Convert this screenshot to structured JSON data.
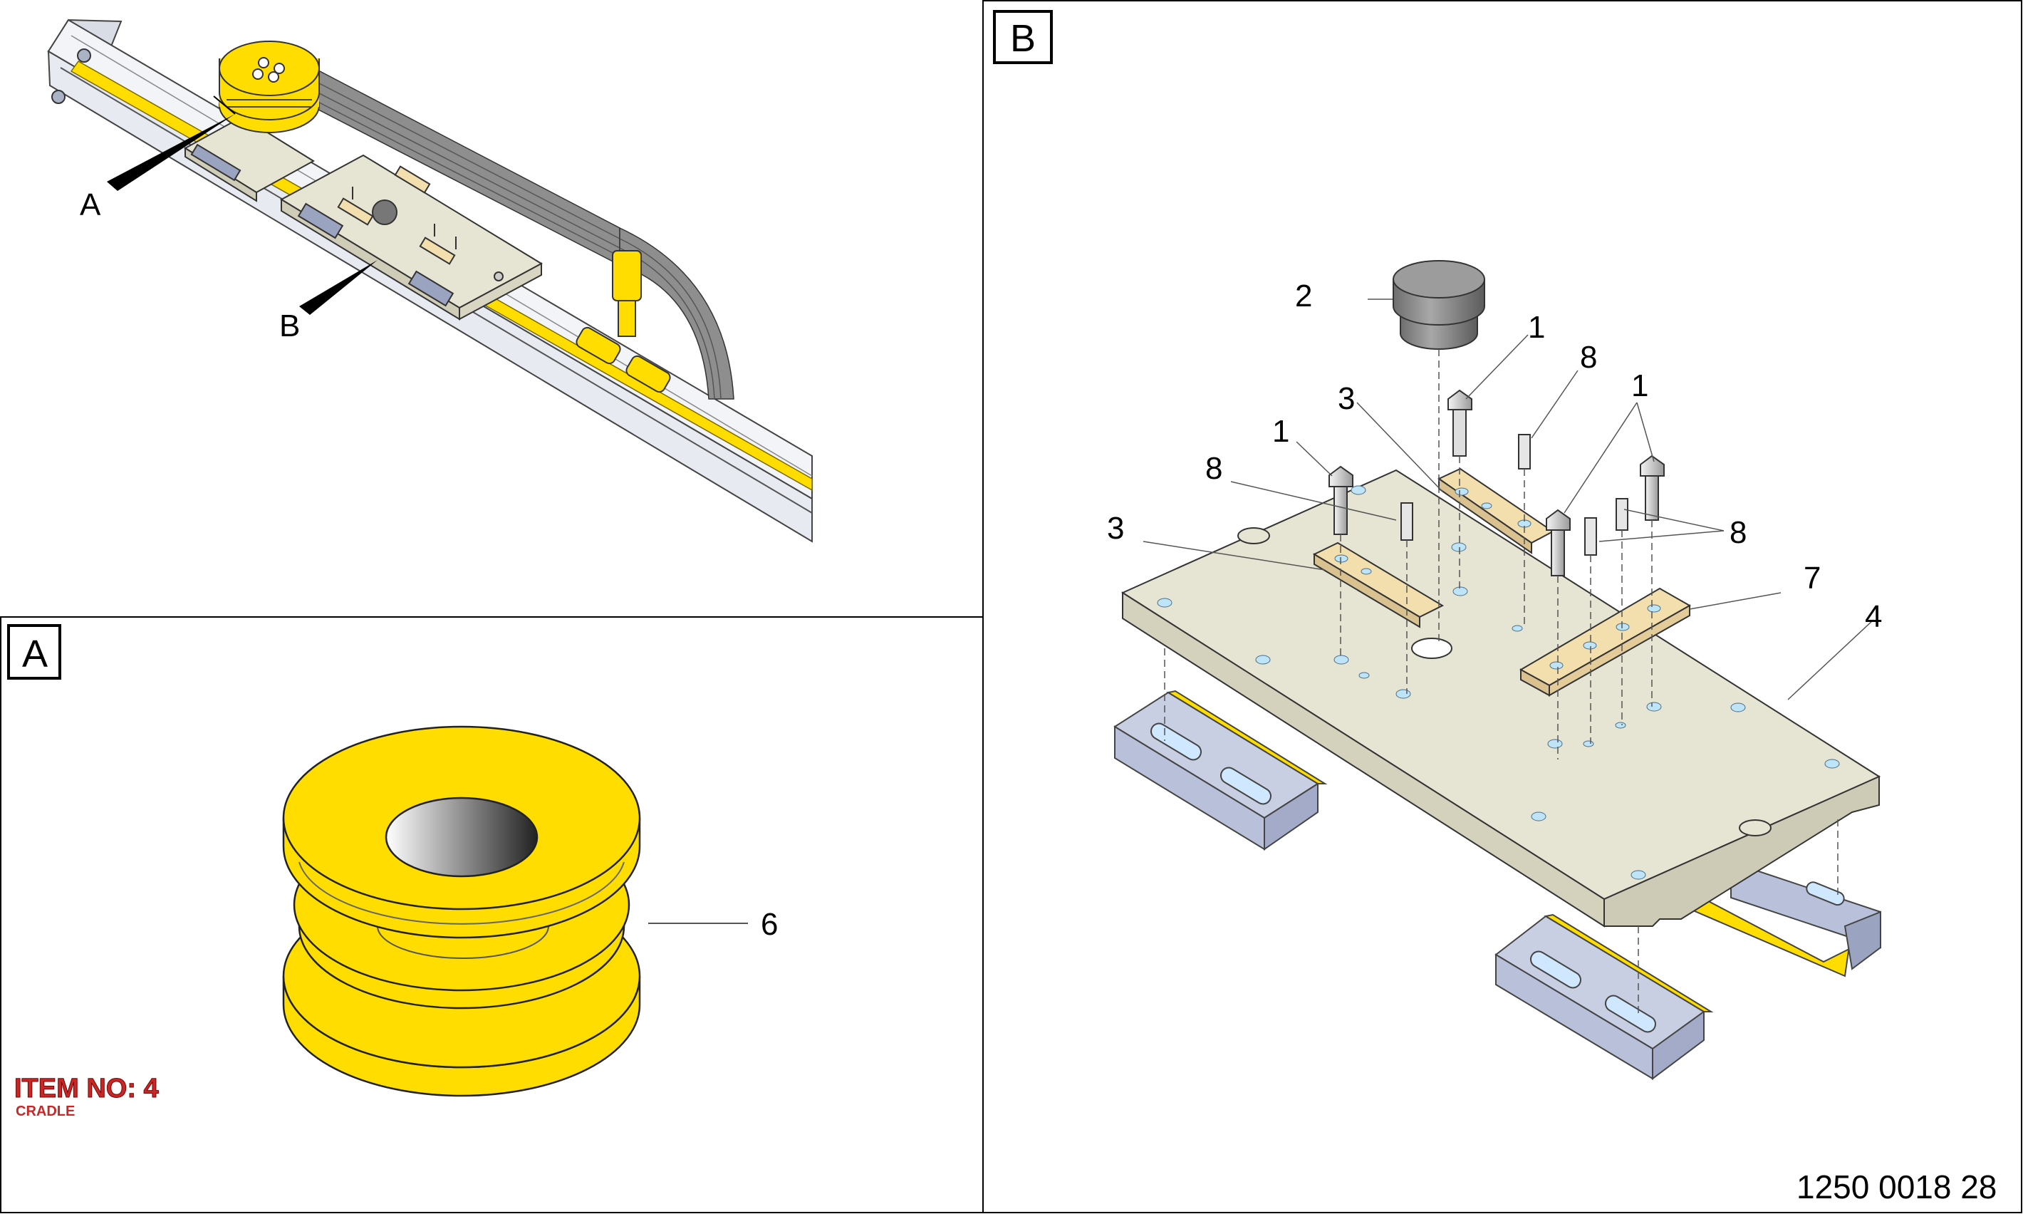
{
  "panels": {
    "overview": {
      "pointer_a": "A",
      "pointer_b": "B"
    },
    "detail_a": {
      "box_label": "A",
      "callout_6": "6"
    },
    "detail_b": {
      "box_label": "B",
      "callouts": {
        "c2": "2",
        "c1_top": "1",
        "c8_top": "8",
        "c3_upper": "3",
        "c1_right": "1",
        "c1_left": "1",
        "c8_left": "8",
        "c3_left": "3",
        "c8_right": "8",
        "c7": "7",
        "c4": "4"
      }
    }
  },
  "item": {
    "label": "ITEM NO: 4",
    "name": "CRADLE"
  },
  "document_number": "1250 0018 28",
  "colors": {
    "yellow": "#ffdd00",
    "plate": "#e6e4d2",
    "rail_blue": "#b9c0da",
    "wood": "#f3dfae",
    "cap_gray": "#8c8c8c",
    "item_red": "#c62828"
  }
}
